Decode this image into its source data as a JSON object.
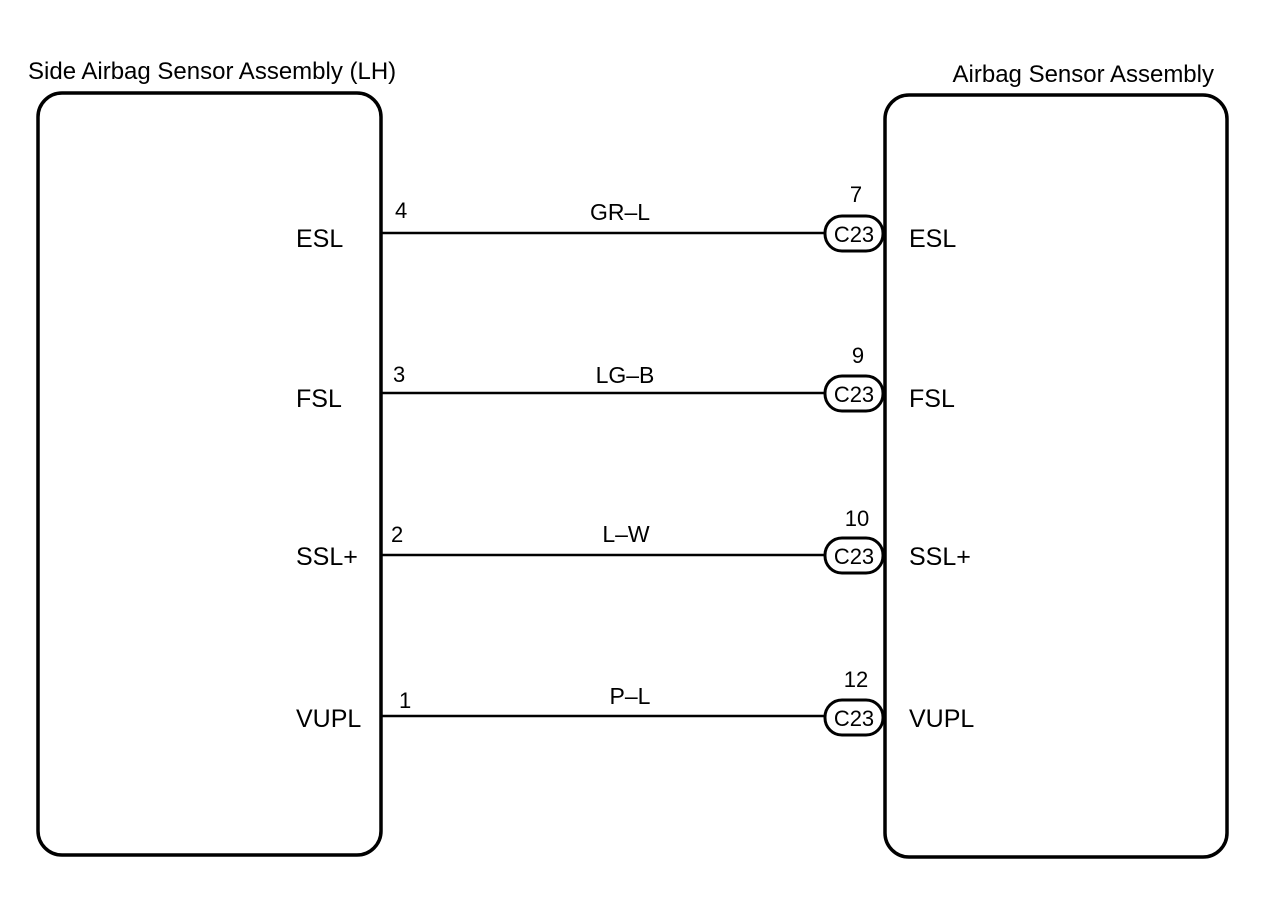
{
  "components": {
    "left": {
      "title": "Side Airbag Sensor Assembly (LH)"
    },
    "right": {
      "title": "Airbag Sensor Assembly"
    }
  },
  "connector": {
    "name": "C23"
  },
  "circuits": [
    {
      "left_signal": "ESL",
      "left_pin": "4",
      "wire_color": "GR–L",
      "right_pin": "7",
      "right_signal": "ESL"
    },
    {
      "left_signal": "FSL",
      "left_pin": "3",
      "wire_color": "LG–B",
      "right_pin": "9",
      "right_signal": "FSL"
    },
    {
      "left_signal": "SSL+",
      "left_pin": "2",
      "wire_color": "L–W",
      "right_pin": "10",
      "right_signal": "SSL+"
    },
    {
      "left_signal": "VUPL",
      "left_pin": "1",
      "wire_color": "P–L",
      "right_pin": "12",
      "right_signal": "VUPL"
    }
  ]
}
